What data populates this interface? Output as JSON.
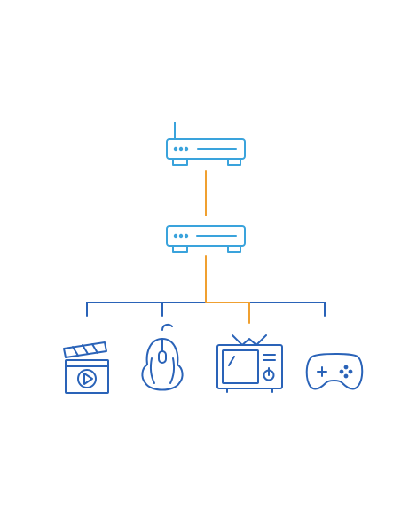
{
  "diagram": {
    "type": "network-topology",
    "nodes": [
      {
        "id": "router",
        "icon": "router-with-antenna-icon"
      },
      {
        "id": "switch",
        "icon": "network-switch-icon"
      },
      {
        "id": "media",
        "icon": "clapperboard-video-icon"
      },
      {
        "id": "mouse",
        "icon": "gaming-mouse-icon"
      },
      {
        "id": "tv",
        "icon": "retro-tv-icon"
      },
      {
        "id": "gamepad",
        "icon": "gamepad-icon"
      }
    ],
    "links": [
      {
        "from": "router",
        "to": "switch",
        "color": "orange"
      },
      {
        "from": "switch",
        "to": "tv",
        "color": "orange"
      },
      {
        "from": "switch",
        "to": "media",
        "color": "blue"
      },
      {
        "from": "switch",
        "to": "mouse",
        "color": "blue"
      },
      {
        "from": "switch",
        "to": "gamepad",
        "color": "blue"
      }
    ]
  },
  "colors": {
    "device_outline": "#2a63b8",
    "network_device": "#3aa3dc",
    "active_link": "#f0a030",
    "background": "#ffffff"
  }
}
